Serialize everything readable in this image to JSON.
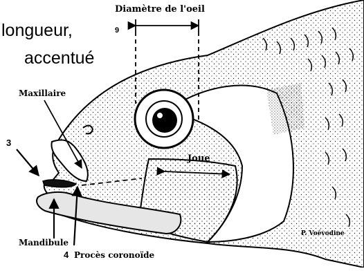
{
  "caption": {
    "line1": "longueur,",
    "line2": "accentué"
  },
  "labels": {
    "diametre_oeil": "Diamètre de l'oeil",
    "num_9": "9",
    "maxillaire": "Maxillaire",
    "num_3": "3",
    "joue": "Joue",
    "mandibule": "Mandibule",
    "num_4": "4",
    "proces_coronoide": "Procès coronoïde",
    "credit": "P. Voévodine"
  },
  "colors": {
    "ink": "#000000",
    "fill": "#ffffff",
    "shade": "#e6e6e6"
  }
}
